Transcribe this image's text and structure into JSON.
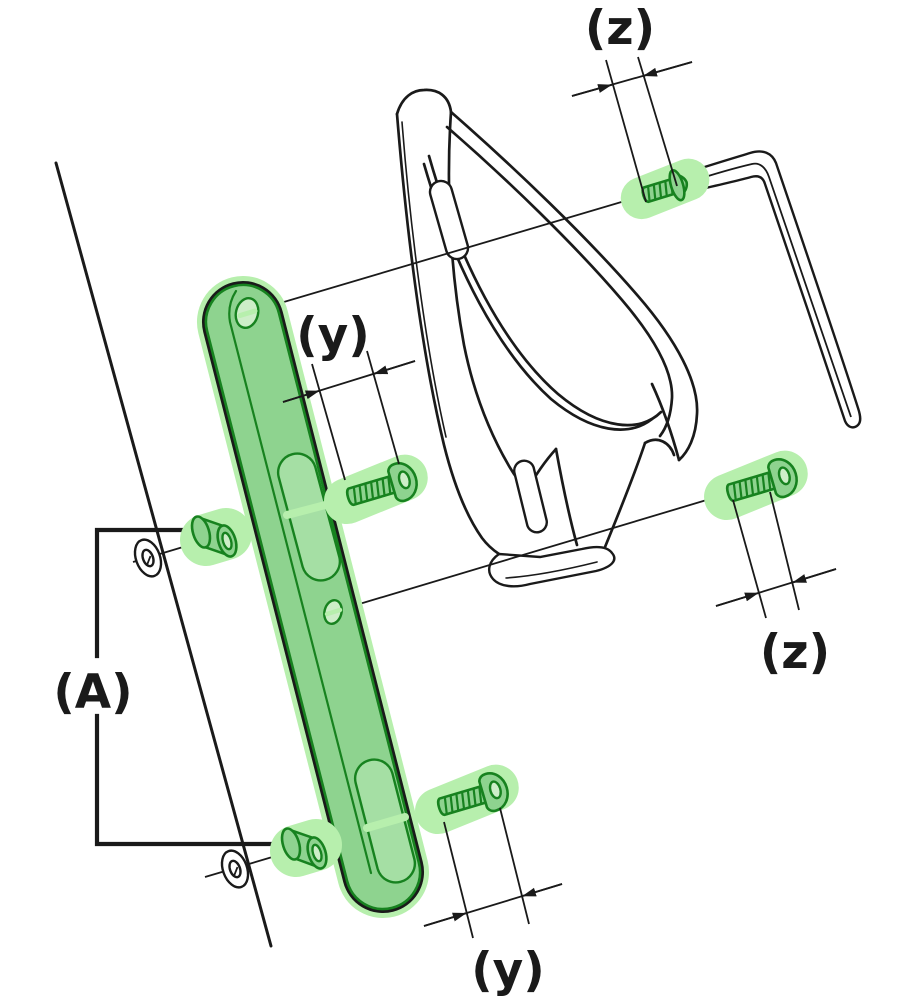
{
  "diagram": {
    "labels": {
      "dim_top": "(z)",
      "dim_mid": "(y)",
      "dim_right": "(z)",
      "dim_bottom": "(y)",
      "bracket": "(A)"
    },
    "colors": {
      "line": "#1a1a1a",
      "part_fill": "#8ed38f",
      "part_stroke": "#17821f",
      "part_light": "#cdeec8",
      "slot_fill": "#a5dfa4",
      "highlight": "#b7efad",
      "background": "#ffffff"
    }
  }
}
